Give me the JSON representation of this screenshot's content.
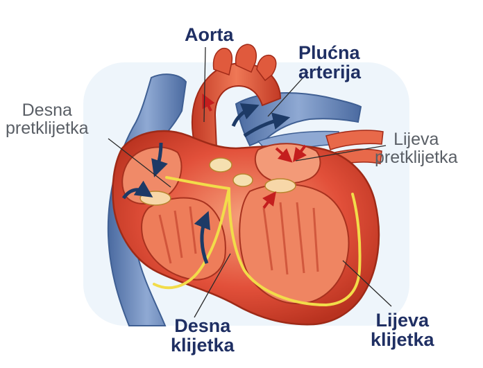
{
  "labels": {
    "aorta": "Aorta",
    "plucna_line1": "Plućna",
    "plucna_line2": "arterija",
    "desna_pretklijetka_line1": "Desna",
    "desna_pretklijetka_line2": "pretklijetka",
    "lijeva_pretklijetka_line1": "Lijeva",
    "lijeva_pretklijetka_line2": "pretklijetka",
    "desna_klijetka_line1": "Desna",
    "desna_klijetka_line2": "klijetka",
    "lijeva_klijetka_line1": "Lijeva",
    "lijeva_klijetka_line2": "klijetka"
  },
  "colors": {
    "label_primary": "#1f2f63",
    "label_secondary": "#5a5f66",
    "muscle": "#e2503a",
    "muscle_dark": "#b8321f",
    "muscle_light": "#f3a07a",
    "vein_blue": "#6f8fbf",
    "vein_dark": "#3f5f93",
    "conduction_yellow": "#f2dc4a",
    "arrow_blue": "#1d3a66",
    "arrow_red": "#c41e1e",
    "background_tint": "#eef5fb"
  },
  "icons": {
    "blood_flow_arrow_blue": "arrow-icon",
    "blood_flow_arrow_red": "arrow-icon"
  }
}
